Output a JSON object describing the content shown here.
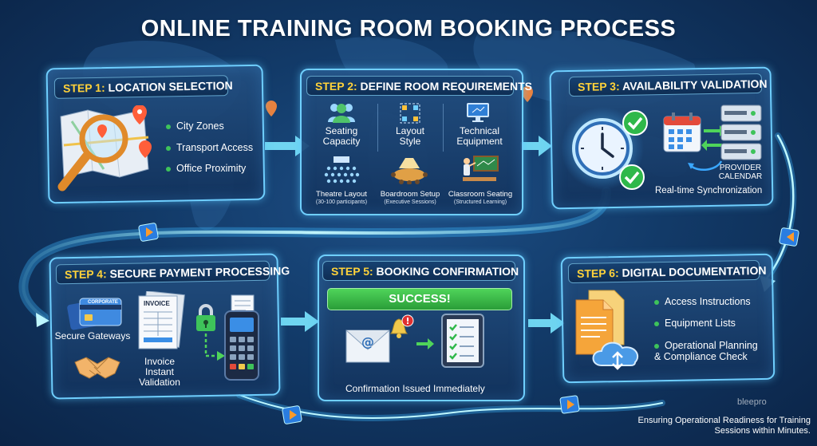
{
  "title": "ONLINE TRAINING ROOM BOOKING PROCESS",
  "steps": [
    {
      "num": "STEP 1:",
      "name": "LOCATION SELECTION",
      "bullets": [
        "City Zones",
        "Transport Access",
        "Office Proximity"
      ]
    },
    {
      "num": "STEP 2:",
      "name": "DEFINE ROOM REQUIREMENTS",
      "categories": [
        {
          "label": "Seating Capacity",
          "icon": "people-icon"
        },
        {
          "label": "Layout Style",
          "icon": "layout-icon"
        },
        {
          "label": "Technical Equipment",
          "icon": "monitor-icon"
        }
      ],
      "setups": [
        {
          "label": "Theatre Layout",
          "note": "(30-100 participants)",
          "icon": "theatre-icon"
        },
        {
          "label": "Boardroom Setup",
          "note": "(Executive Sessions)",
          "icon": "boardroom-icon"
        },
        {
          "label": "Classroom Seating",
          "note": "(Structured Learning)",
          "icon": "classroom-icon"
        }
      ]
    },
    {
      "num": "STEP 3:",
      "name": "AVAILABILITY VALIDATION",
      "provider": "PROVIDER CALENDAR",
      "sync": "Real-time Synchronization"
    },
    {
      "num": "STEP 4:",
      "name": "SECURE PAYMENT PROCESSING",
      "gateways": "Secure Gateways",
      "invoice_header": "INVOICE",
      "card_text": "CORPORATE",
      "validation": "Invoice Instant Validation"
    },
    {
      "num": "STEP 5:",
      "name": "BOOKING CONFIRMATION",
      "success": "SUCCESS!",
      "confirmation": "Confirmation Issued Immediately"
    },
    {
      "num": "STEP 6:",
      "name": "DIGITAL DOCUMENTATION",
      "bullets": [
        "Access Instructions",
        "Equipment Lists",
        "Operational Planning & Compliance Check"
      ]
    }
  ],
  "footer": "Ensuring Operational Readiness for Training Sessions within Minutes.",
  "watermark": "bleepro",
  "colors": {
    "accent": "#6fcfff",
    "step_number": "#ffd23a",
    "success": "#3ec35a",
    "check": "#2fb84a",
    "alert": "#e03030"
  }
}
